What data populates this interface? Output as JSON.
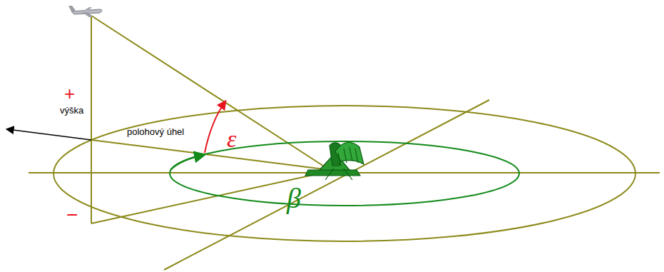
{
  "diagram": {
    "labels": [
      "+",
      "výška",
      "polohový úhel",
      "ε",
      "−",
      "β"
    ]
  }
}
